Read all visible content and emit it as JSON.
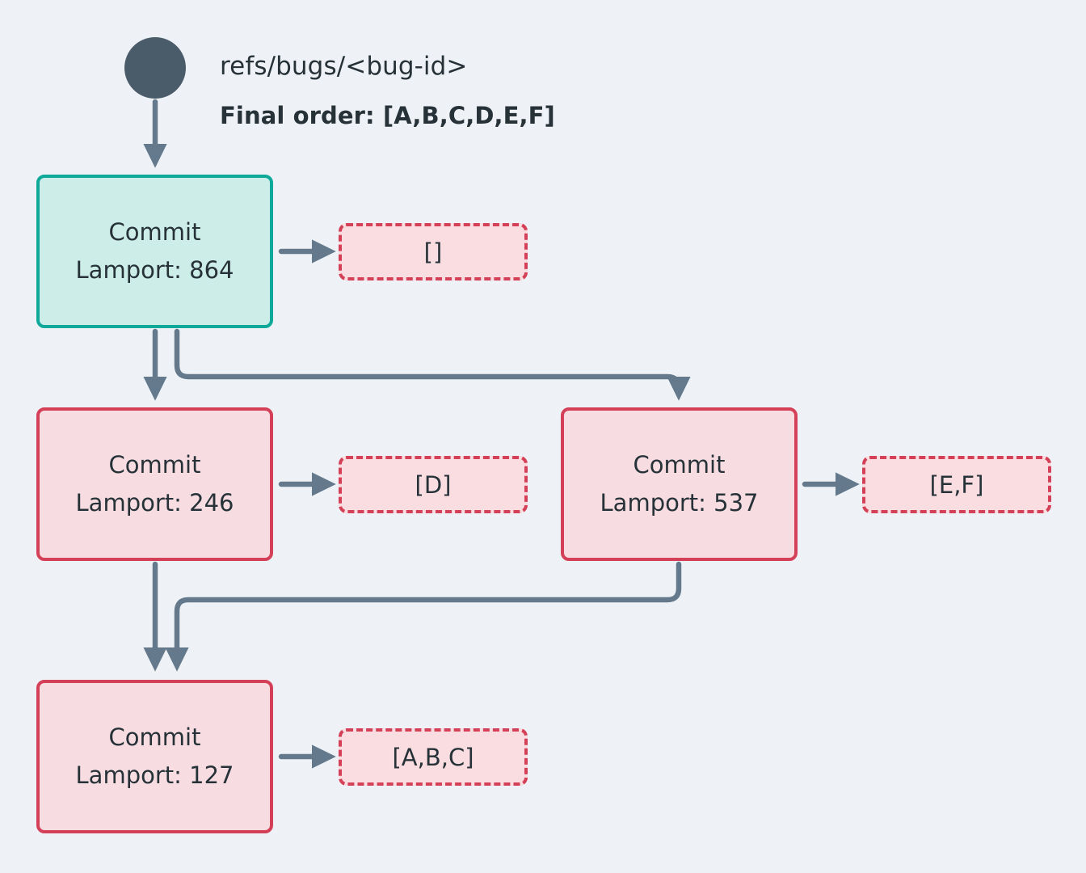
{
  "diagram": {
    "title": "Lamport timestamp commit ordering DAG",
    "background_color": "#eef2f6",
    "text_color": "#263238",
    "edge_color": "#64798c",
    "teal_border": "#0fa99a",
    "teal_fill": "#cdeee8",
    "red_border": "#d44057",
    "red_fill": "#f7dde1",
    "root_color": "#4a5c6a"
  },
  "header": {
    "ref_label": "refs/bugs/<bug-id>",
    "final_order_label": "Final order: [A,B,C,D,E,F]",
    "root_icon": "filled-circle-icon"
  },
  "nodes": [
    {
      "id": "commit-864",
      "title": "Commit",
      "lamport": "Lamport: 864",
      "variant": "teal",
      "payload": "[]"
    },
    {
      "id": "commit-246",
      "title": "Commit",
      "lamport": "Lamport: 246",
      "variant": "red",
      "payload": "[D]"
    },
    {
      "id": "commit-537",
      "title": "Commit",
      "lamport": "Lamport: 537",
      "variant": "red",
      "payload": "[E,F]"
    },
    {
      "id": "commit-127",
      "title": "Commit",
      "lamport": "Lamport: 127",
      "variant": "red",
      "payload": "[A,B,C]"
    }
  ],
  "edges": [
    {
      "from": "ref-root",
      "to": "commit-864",
      "style": "straight"
    },
    {
      "from": "commit-864",
      "to": "commit-246",
      "style": "straight"
    },
    {
      "from": "commit-864",
      "to": "commit-537",
      "style": "elbow-right"
    },
    {
      "from": "commit-246",
      "to": "commit-127",
      "style": "straight"
    },
    {
      "from": "commit-537",
      "to": "commit-127",
      "style": "elbow-left"
    },
    {
      "from": "commit-864",
      "to": "payload-864",
      "style": "short-right"
    },
    {
      "from": "commit-246",
      "to": "payload-246",
      "style": "short-right"
    },
    {
      "from": "commit-537",
      "to": "payload-537",
      "style": "short-right"
    },
    {
      "from": "commit-127",
      "to": "payload-127",
      "style": "short-right"
    }
  ]
}
